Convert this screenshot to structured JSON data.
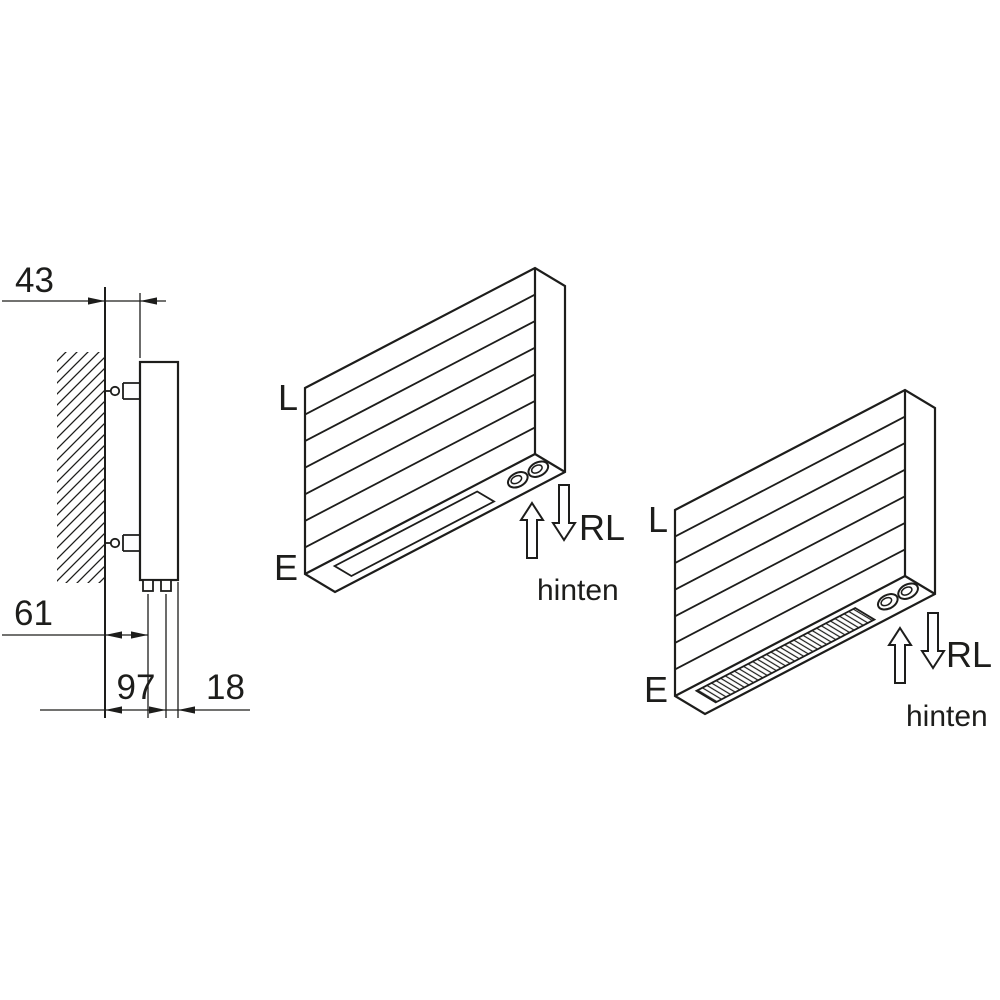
{
  "colors": {
    "ink": "#1d1d1b",
    "background": "#ffffff"
  },
  "side_view": {
    "dim_depth": "43",
    "dim_bracket": "61",
    "dim_pipe": "97",
    "dim_front": "18"
  },
  "rad_mid": {
    "label_top": "L",
    "label_bottom": "E",
    "flow_label": "RL",
    "direction_label": "hinten"
  },
  "rad_right": {
    "label_top": "L",
    "label_bottom": "E",
    "flow_label": "RL",
    "direction_label": "hinten"
  }
}
